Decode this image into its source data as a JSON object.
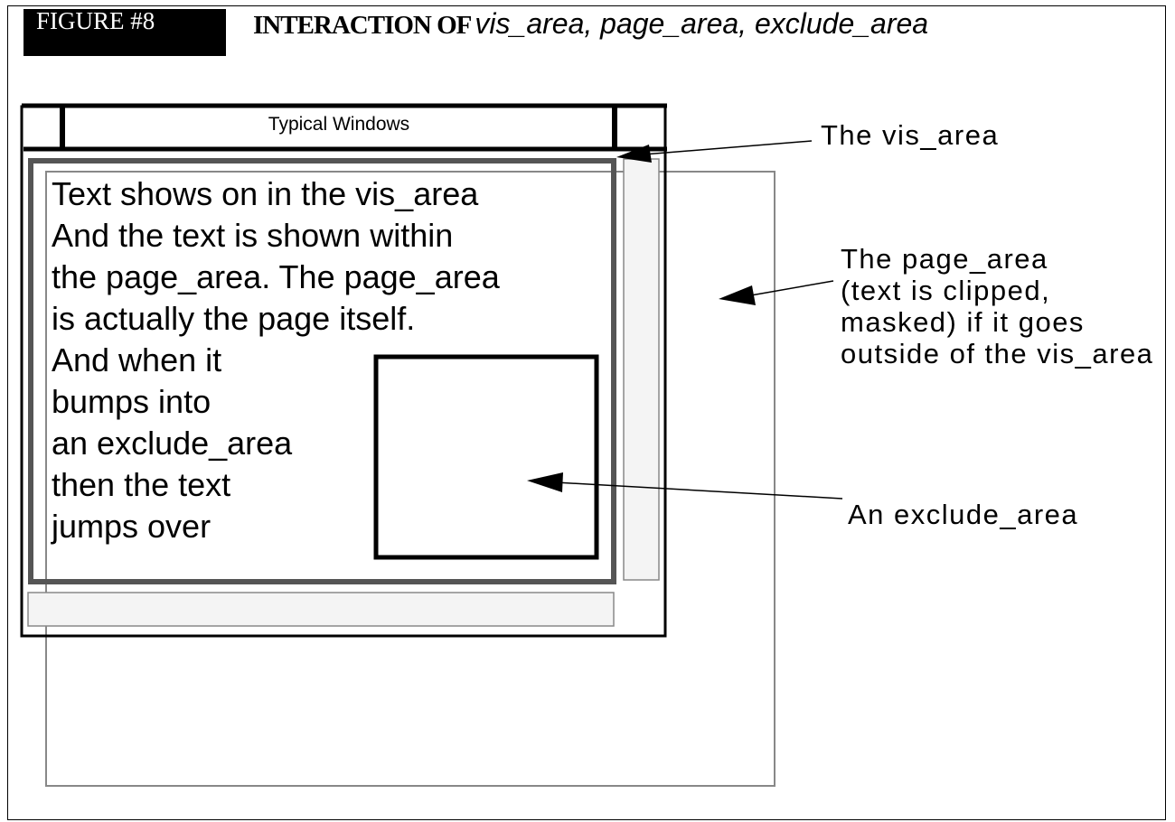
{
  "figure_tag": "FIGURE #8",
  "title": {
    "prefix": "INTERACTION OF",
    "terms": "vis_area, page_area, exclude_area"
  },
  "window": {
    "title": "Typical Windows",
    "text_lines": [
      "Text shows on in the vis_area",
      "And the text is shown within",
      "the page_area. The page_area",
      "is actually the page itself.",
      "And when it",
      "bumps into",
      "an exclude_area",
      "then the text",
      "jumps over"
    ]
  },
  "annotations": {
    "vis_area": "The vis_area",
    "page_area": [
      "The page_area",
      "(text is clipped,",
      "masked) if it goes",
      "outside of the vis_area"
    ],
    "exclude_area": "An exclude_area"
  }
}
